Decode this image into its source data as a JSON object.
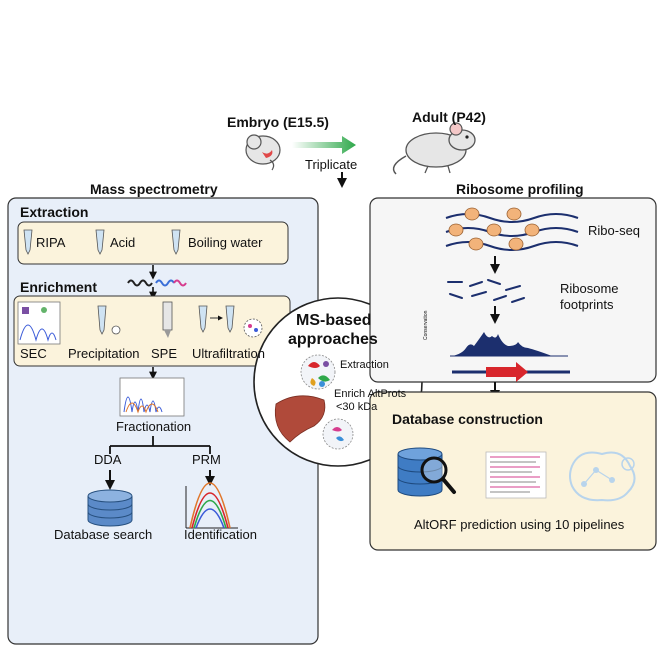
{
  "header": {
    "embryo_label": "Embryo (E15.5)",
    "adult_label": "Adult (P42)",
    "triplicate_label": "Triplicate"
  },
  "ms_panel": {
    "title": "Mass spectrometry",
    "extraction": {
      "title": "Extraction",
      "methods": [
        "RIPA",
        "Acid",
        "Boiling water"
      ]
    },
    "enrichment": {
      "title": "Enrichment",
      "methods": [
        "SEC",
        "Precipitation",
        "SPE",
        "Ultrafiltration"
      ]
    },
    "fractionation_label": "Fractionation",
    "dda_label": "DDA",
    "prm_label": "PRM",
    "database_search_label": "Database search",
    "identification_label": "Identification"
  },
  "center": {
    "title_line1": "MS-based",
    "title_line2": "approaches",
    "extraction_label": "Extraction",
    "enrich_line1": "Enrich AltProts",
    "enrich_line2": "<30 kDa"
  },
  "ribo_panel": {
    "title": "Ribosome profiling",
    "riboseq_label": "Ribo-seq",
    "footprints_line1": "Ribosome",
    "footprints_line2": "footprints",
    "conservation_label": "Conservation"
  },
  "db_panel": {
    "title": "Database construction",
    "prediction_label": "AltORF prediction using 10 pipelines"
  },
  "colors": {
    "ms_panel_bg": "#e8eff9",
    "subbox_bg": "#fbf3dc",
    "ribo_panel_bg": "#f6f6f6",
    "db_panel_bg": "#fbf3dc",
    "navy": "#1c2f6e",
    "red_arrow": "#d8262c",
    "green_arrow": "#2ea84a",
    "ribosome": "#f2b37a"
  }
}
